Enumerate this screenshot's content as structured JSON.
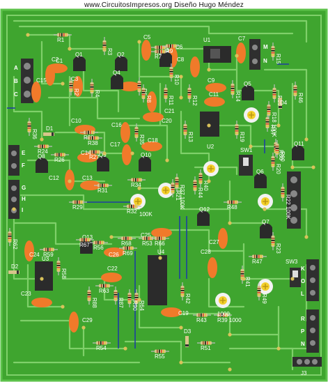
{
  "credit": "www.CircuitosImpresos.org Diseño  Hugo Méndez",
  "colors": {
    "board": "#3fa52f",
    "board_border": "#5cc24a",
    "trace": "#7fd06a",
    "pad": "#d9c25a",
    "capacitor": "#f07a2a",
    "transistor": "#2a2a2a",
    "ic": "#2b2b2b",
    "terminal": "#2f2f2f",
    "trimmer": "#f2f2f2",
    "trimmer_center": "#f2cf2a",
    "resistor_body": "#d7c58a",
    "wire": "#1e3fa0"
  },
  "icons": [
    "trimmer-potentiometer-icon",
    "screw-terminal-icon",
    "switch-icon"
  ],
  "terminals": {
    "left_top_letters": [
      "A",
      "B",
      "C"
    ],
    "left_mid_letters": [
      "E",
      "F",
      "G",
      "H",
      "I"
    ],
    "right_top_letters": [
      "M",
      "N"
    ],
    "right_bottom_letters": [
      "K",
      "O",
      "L",
      "R",
      "P",
      "N"
    ]
  },
  "labels": {
    "resistors": [
      "R1",
      "R2",
      "R3",
      "R4",
      "R5",
      "R6",
      "R7",
      "R8",
      "R9",
      "R10",
      "R11",
      "R12",
      "R13",
      "R14",
      "R15",
      "R16",
      "R17",
      "R18 100K",
      "R19",
      "R20",
      "R21",
      "R22 100K",
      "R23",
      "R24",
      "R26",
      "R27",
      "R28",
      "R29",
      "R30",
      "R31",
      "R32",
      "R34",
      "R35",
      "R36",
      "R37 100K",
      "R38",
      "R39 1000",
      "R40",
      "R41",
      "R42",
      "R43",
      "R44",
      "R46",
      "R47",
      "R48",
      "R49",
      "R51",
      "R53",
      "R54",
      "R55",
      "R56",
      "R58",
      "R59",
      "R60",
      "R62",
      "R63",
      "R64",
      "R66",
      "R67",
      "R68",
      "R69",
      "R87",
      "R88",
      "R90"
    ],
    "capacitors": [
      "C1",
      "C2",
      "C3",
      "C4",
      "C5",
      "C6",
      "C7",
      "C8",
      "C9",
      "C10",
      "C11",
      "C12",
      "C13",
      "C14",
      "C15",
      "C16",
      "C17",
      "C18",
      "C19",
      "C20",
      "C21",
      "C22",
      "C23",
      "C24",
      "C25",
      "C26",
      "C27",
      "C28",
      "C29"
    ],
    "transistors": [
      "Q1",
      "Q2",
      "Q3",
      "Q4",
      "Q5",
      "Q6",
      "Q7",
      "Q8",
      "Q9",
      "Q10",
      "Q11",
      "Q12",
      "Q13"
    ],
    "ics": [
      "U1",
      "U2",
      "U3",
      "U4"
    ],
    "misc": [
      "D1",
      "D2",
      "D3",
      "D4",
      "SW1",
      "SW3",
      "J3",
      "100K",
      "1000"
    ]
  }
}
